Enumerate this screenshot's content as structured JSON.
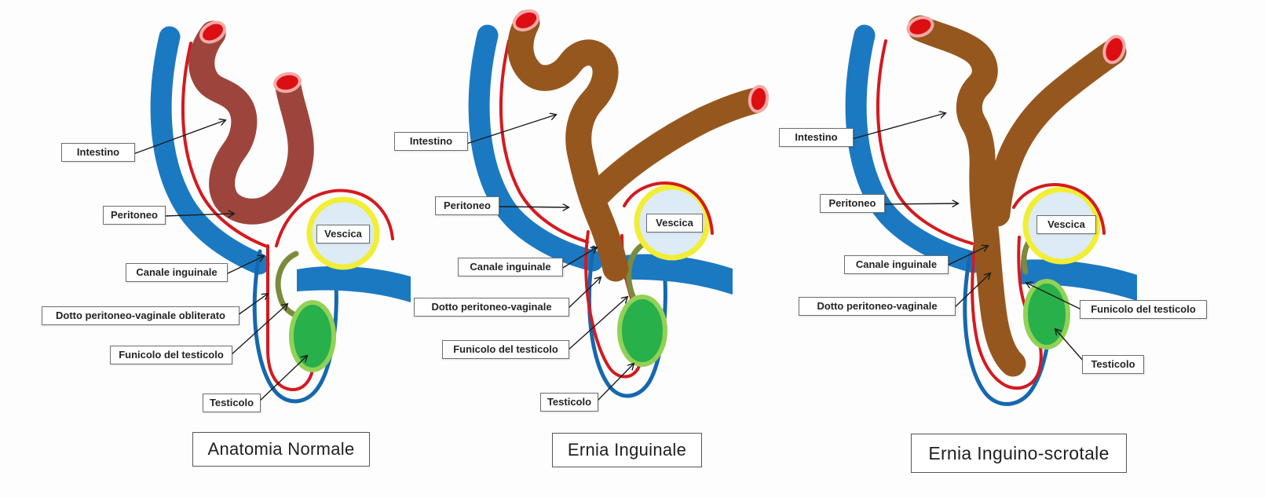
{
  "panels": [
    {
      "title": "Anatomia Normale",
      "labels": {
        "intestino": "Intestino",
        "peritoneo": "Peritoneo",
        "canale_inguinale": "Canale inguinale",
        "dotto": "Dotto peritoneo-vaginale obliterato",
        "funicolo": "Funicolo del testicolo",
        "testicolo": "Testicolo",
        "vescica": "Vescica"
      }
    },
    {
      "title": "Ernia Inguinale",
      "labels": {
        "intestino": "Intestino",
        "peritoneo": "Peritoneo",
        "canale_inguinale": "Canale inguinale",
        "dotto": "Dotto peritoneo-vaginale",
        "funicolo": "Funicolo del testicolo",
        "testicolo": "Testicolo",
        "vescica": "Vescica"
      }
    },
    {
      "title": "Ernia Inguino-scrotale",
      "labels": {
        "intestino": "Intestino",
        "peritoneo": "Peritoneo",
        "canale_inguinale": "Canale inguinale",
        "dotto": "Dotto peritoneo-vaginale",
        "funicolo": "Funicolo del testicolo",
        "testicolo": "Testicolo",
        "vescica": "Vescica"
      }
    }
  ],
  "colors": {
    "abdominal_wall": "#1b79c2",
    "peritoneum_line": "#d41a1f",
    "intestine_normal": "#9d453c",
    "intestine_hernia": "#96571e",
    "opening_fill": "#dc0e12",
    "opening_rim": "#f5a9a7",
    "bladder_fill": "#dcebf5",
    "bladder_ring": "#f1ee35",
    "testicle_fill": "#28b04a",
    "testicle_ring": "#92d156",
    "duct": "#7b8b3d",
    "scrotum_line": "#1568ae",
    "arrow": "#1c1c1c"
  }
}
